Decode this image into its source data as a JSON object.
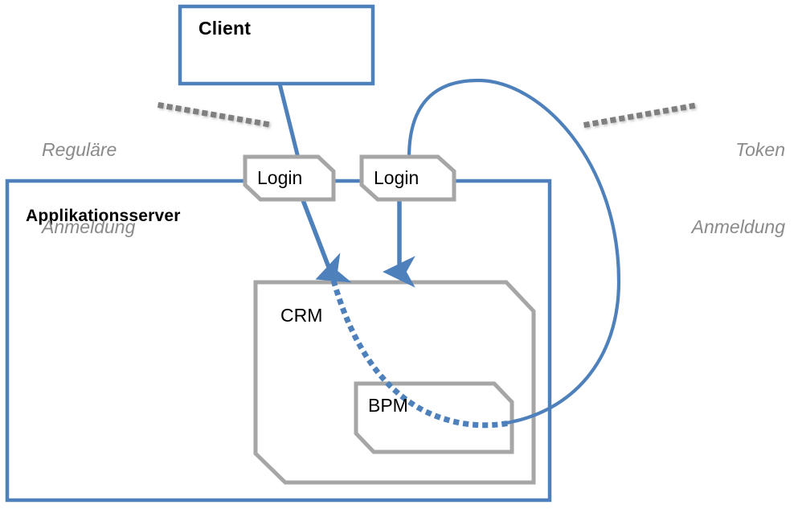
{
  "diagram": {
    "title_node": "Client",
    "container_node": "Applikationsserver",
    "nodes": {
      "client": "Client",
      "appserver": "Applikationsserver",
      "login_left": "Login",
      "login_right": "Login",
      "crm": "CRM",
      "bpm": "BPM"
    },
    "annotations": {
      "left": {
        "line1": "Reguläre",
        "line2": "Anmeldung"
      },
      "right": {
        "line1": "Token",
        "line2": "Anmeldung"
      }
    },
    "colors": {
      "accent_blue": "#4E81BC",
      "shape_gray": "#A6A6A6",
      "note_gray": "#8A8A8A",
      "text_black": "#000000",
      "background": "#FFFFFF"
    },
    "edges": [
      {
        "from": "client",
        "to": "crm",
        "style": "solid-then-dotted",
        "arrow": true,
        "color": "#4E81BC"
      },
      {
        "from": "login_right",
        "to": "crm",
        "style": "solid",
        "arrow": true,
        "color": "#4E81BC"
      },
      {
        "from": "login_right",
        "to": "bpm",
        "style": "solid-curve",
        "arrow": false,
        "color": "#4E81BC"
      },
      {
        "from": "crm",
        "to": "bpm",
        "style": "dotted-curve",
        "arrow": false,
        "color": "#4E81BC"
      }
    ]
  }
}
